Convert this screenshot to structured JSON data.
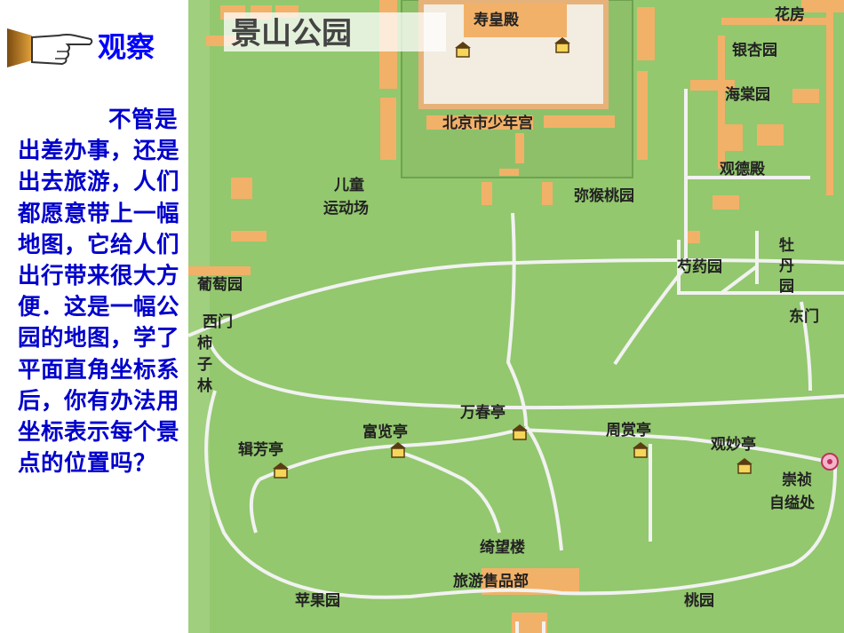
{
  "heading": "观察",
  "paragraph": "不管是出差办事，还是出去旅游，人们都愿意带上一幅地图，它给人们出行带来很大方便．这是一幅公园的地图，学了平面直角坐标系后，你有办法用坐标表示每个景点的位置吗？",
  "map": {
    "title": "景山公园",
    "labels": {
      "shouhuangdian": "寿皇殿",
      "shaonian": "北京市少年宫",
      "huafang": "花房",
      "yinxing": "银杏园",
      "haitang": "海棠园",
      "guande": "观德殿",
      "ertong1": "儿童",
      "ertong2": "运动场",
      "mihou": "弥猴桃园",
      "shaoyao": "芍药园",
      "mudan1": "牡",
      "mudan2": "丹",
      "mudan3": "园",
      "putao": "葡萄园",
      "dongmen": "东门",
      "ximen": "西门",
      "shizi1": "柿",
      "shizi2": "子",
      "shizi3": "林",
      "wanchun": "万春亭",
      "fulan": "富览亭",
      "zhoushang": "周赏亭",
      "jifang": "辑芳亭",
      "guanmiao": "观妙亭",
      "chongzhen1": "崇祯",
      "chongzhen2": "自缢处",
      "qiwang": "绮望楼",
      "shoupin": "旅游售品部",
      "pingguo": "苹果园",
      "taoyuan": "桃园"
    }
  },
  "colors": {
    "text_blue": "#0000ff",
    "map_green": "#93c86e",
    "building_orange": "#f2b168",
    "road": "#f2f2f2"
  },
  "icons": [
    "pointing-hand-icon",
    "pavilion-icon"
  ]
}
